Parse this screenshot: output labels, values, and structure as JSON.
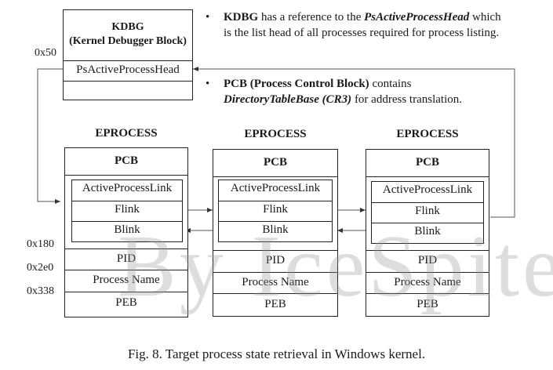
{
  "kdbg": {
    "title": "KDBG",
    "subtitle": "(Kernel Debugger Block)",
    "field": "PsActiveProcessHead",
    "offset": "0x50"
  },
  "bullets": [
    {
      "lead": "KDBG",
      "text1": " has a reference to the ",
      "em": "PsActiveProcessHead",
      "text2": " which",
      "line2": "is the list head of all processes required for process listing."
    },
    {
      "lead": "PCB (Process Control Block)",
      "text1": " contains",
      "em": "DirectoryTableBase (CR3)",
      "text2": " for address translation."
    }
  ],
  "eprocess": {
    "label": "EPROCESS",
    "pcb": "PCB",
    "link": "ActiveProcessLink",
    "flink": "Flink",
    "blink": "Blink",
    "pid": "PID",
    "name": "Process Name",
    "peb": "PEB"
  },
  "offsets": {
    "pid": "0x180",
    "name": "0x2e0",
    "peb": "0x338"
  },
  "watermark": "By IceSpite",
  "caption": "Fig. 8.   Target process state retrieval in Windows kernel."
}
